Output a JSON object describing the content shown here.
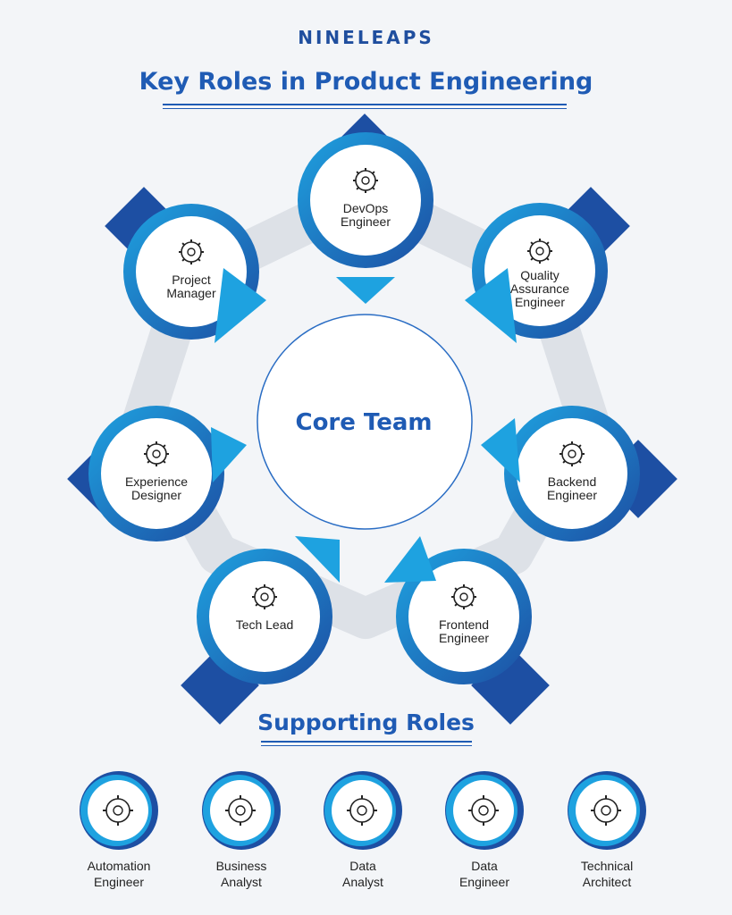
{
  "brand": "NINELEAPS",
  "title": "Key Roles in Product Engineering",
  "core": {
    "label": "Core Team"
  },
  "core_roles": [
    {
      "label": "DevOps\nEngineer",
      "icon": "gears-cycle-icon"
    },
    {
      "label": "Quality\nAssurance\nEngineer",
      "icon": "award-hand-icon"
    },
    {
      "label": "Backend\nEngineer",
      "icon": "code-monitor-icon"
    },
    {
      "label": "Frontend\nEngineer",
      "icon": "flowchart-window-icon"
    },
    {
      "label": "Tech Lead",
      "icon": "bulb-gear-icon"
    },
    {
      "label": "Experience\nDesigner",
      "icon": "user-arrows-icon"
    },
    {
      "label": "Project\nManager",
      "icon": "manager-gear-icon"
    }
  ],
  "supporting_title": "Supporting Roles",
  "supporting_roles": [
    {
      "label": "Automation\nEngineer",
      "icon": "robot-arm-gear-icon"
    },
    {
      "label": "Business\nAnalyst",
      "icon": "analyst-laptop-icon"
    },
    {
      "label": "Data\nAnalyst",
      "icon": "magnifier-chart-icon"
    },
    {
      "label": "Data\nEngineer",
      "icon": "engineer-server-icon"
    },
    {
      "label": "Technical\nArchitect",
      "icon": "monitor-gear-icon"
    }
  ],
  "colors": {
    "primary": "#1f5bb4",
    "dark": "#1d4fa3",
    "light": "#1ea2e0",
    "ring": "#0f74c9"
  }
}
